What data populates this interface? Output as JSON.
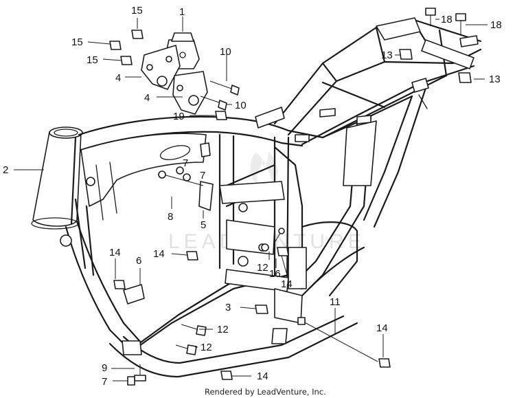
{
  "diagram": {
    "watermark": "LEADVENTURE",
    "credit": "Rendered by LeadVenture, Inc.",
    "callouts": [
      {
        "id": "1",
        "text": "1"
      },
      {
        "id": "2",
        "text": "2"
      },
      {
        "id": "3",
        "text": "3"
      },
      {
        "id": "4a",
        "text": "4"
      },
      {
        "id": "4b",
        "text": "4"
      },
      {
        "id": "5",
        "text": "5"
      },
      {
        "id": "6",
        "text": "6"
      },
      {
        "id": "7a",
        "text": "7"
      },
      {
        "id": "7b",
        "text": "7"
      },
      {
        "id": "7c",
        "text": "7"
      },
      {
        "id": "8",
        "text": "8"
      },
      {
        "id": "9",
        "text": "9"
      },
      {
        "id": "10a",
        "text": "10"
      },
      {
        "id": "10b",
        "text": "10"
      },
      {
        "id": "11",
        "text": "11"
      },
      {
        "id": "12a",
        "text": "12"
      },
      {
        "id": "12b",
        "text": "12"
      },
      {
        "id": "12c",
        "text": "12"
      },
      {
        "id": "13a",
        "text": "13"
      },
      {
        "id": "13b",
        "text": "13"
      },
      {
        "id": "14a",
        "text": "14"
      },
      {
        "id": "14b",
        "text": "14"
      },
      {
        "id": "14c",
        "text": "14"
      },
      {
        "id": "14d",
        "text": "14"
      },
      {
        "id": "14e",
        "text": "14"
      },
      {
        "id": "15a",
        "text": "15"
      },
      {
        "id": "15b",
        "text": "15"
      },
      {
        "id": "15c",
        "text": "15"
      },
      {
        "id": "16",
        "text": "16"
      },
      {
        "id": "18a",
        "text": "18"
      },
      {
        "id": "18b",
        "text": "18"
      },
      {
        "id": "19",
        "text": "19"
      }
    ]
  }
}
